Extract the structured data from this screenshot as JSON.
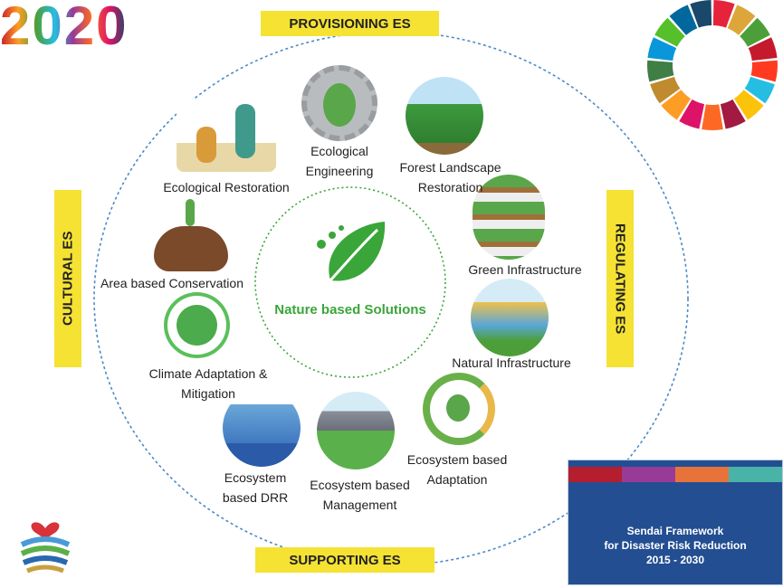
{
  "logo_2020": "2020",
  "categories": {
    "provisioning": "PROVISIONING ES",
    "supporting": "SUPPORTING ES",
    "cultural": "CULTURAL ES",
    "regulating": "REGULATING ES"
  },
  "center": "Nature based Solutions",
  "items": [
    {
      "line1": "Ecological Restoration",
      "line2": ""
    },
    {
      "line1": "Ecological",
      "line2": "Engineering"
    },
    {
      "line1": "Forest Landscape",
      "line2": "Restoration"
    },
    {
      "line1": "Green Infrastructure",
      "line2": ""
    },
    {
      "line1": "Area based Conservation",
      "line2": ""
    },
    {
      "line1": "Natural Infrastructure",
      "line2": ""
    },
    {
      "line1": "Climate Adaptation &",
      "line2": "Mitigation"
    },
    {
      "line1": "Ecosystem",
      "line2": "based DRR"
    },
    {
      "line1": "Ecosystem based",
      "line2": "Management"
    },
    {
      "line1": "Ecosystem based",
      "line2": "Adaptation"
    }
  ],
  "sendai": {
    "line1": "Sendai Framework",
    "line2": "for Disaster Risk Reduction",
    "line3": "2015 - 2030"
  },
  "colors": {
    "yellow": "#f5e233",
    "green": "#3aa63a",
    "blue_dash": "#4a8ac8",
    "sendai_bg": "#234e92",
    "stripes": [
      "#b41e2e",
      "#973b97",
      "#e8733a",
      "#48b3a6"
    ]
  },
  "sdg_colors": [
    "#e5243b",
    "#dda63a",
    "#4c9f38",
    "#c5192d",
    "#ff3a21",
    "#26bde2",
    "#fcc30b",
    "#a21942",
    "#fd6925",
    "#dd1367",
    "#fd9d24",
    "#bf8b2e",
    "#3f7e44",
    "#0a97d9",
    "#56c02b",
    "#00689d",
    "#19486a"
  ]
}
